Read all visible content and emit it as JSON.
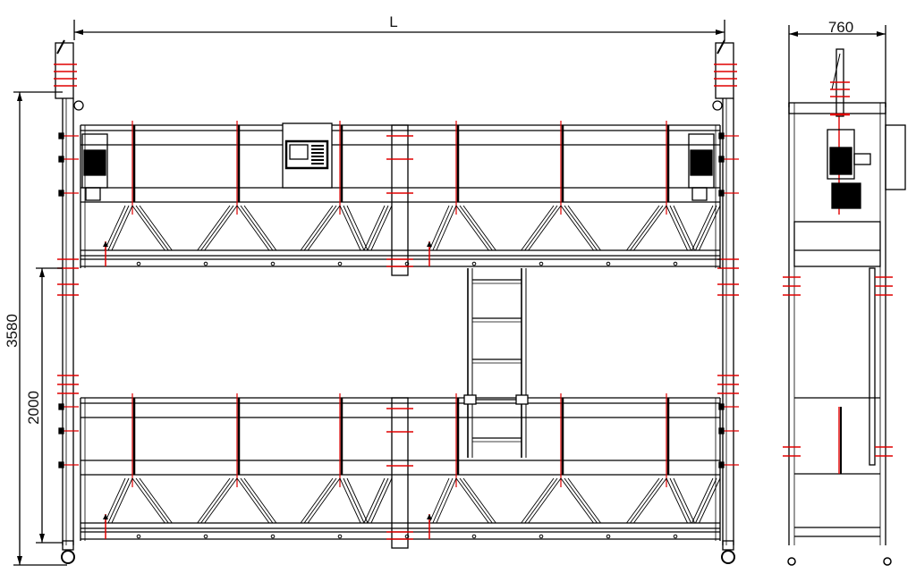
{
  "drawing": {
    "front_view": {
      "length_label": "L",
      "height_total_label": "3580",
      "height_tier_label": "2000"
    },
    "side_view": {
      "width_label": "760"
    },
    "colors": {
      "line": "#000000",
      "centerline": "#e00000",
      "background": "#ffffff"
    }
  }
}
